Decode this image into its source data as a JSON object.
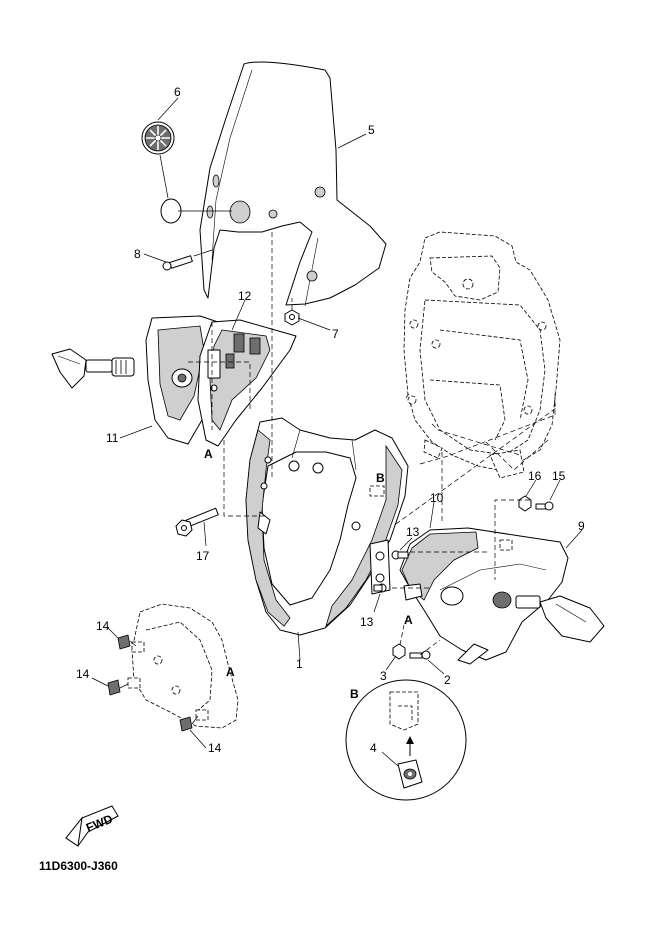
{
  "diagram_code": "11D6300-J360",
  "fwd_label": "FWD",
  "callouts": {
    "p1": "1",
    "p2": "2",
    "p3": "3",
    "p4": "4",
    "p5": "5",
    "p6": "6",
    "p7": "7",
    "p8": "8",
    "p9": "9",
    "p10": "10",
    "p11": "11",
    "p12": "12",
    "p13a": "13",
    "p13b": "13",
    "p14a": "14",
    "p14b": "14",
    "p14c": "14",
    "p15": "15",
    "p16": "16",
    "p17": "17"
  },
  "view_markers": {
    "a_left": "A",
    "a_right": "A",
    "a_detail": "A",
    "b_cowl": "B",
    "b_detail": "B"
  }
}
